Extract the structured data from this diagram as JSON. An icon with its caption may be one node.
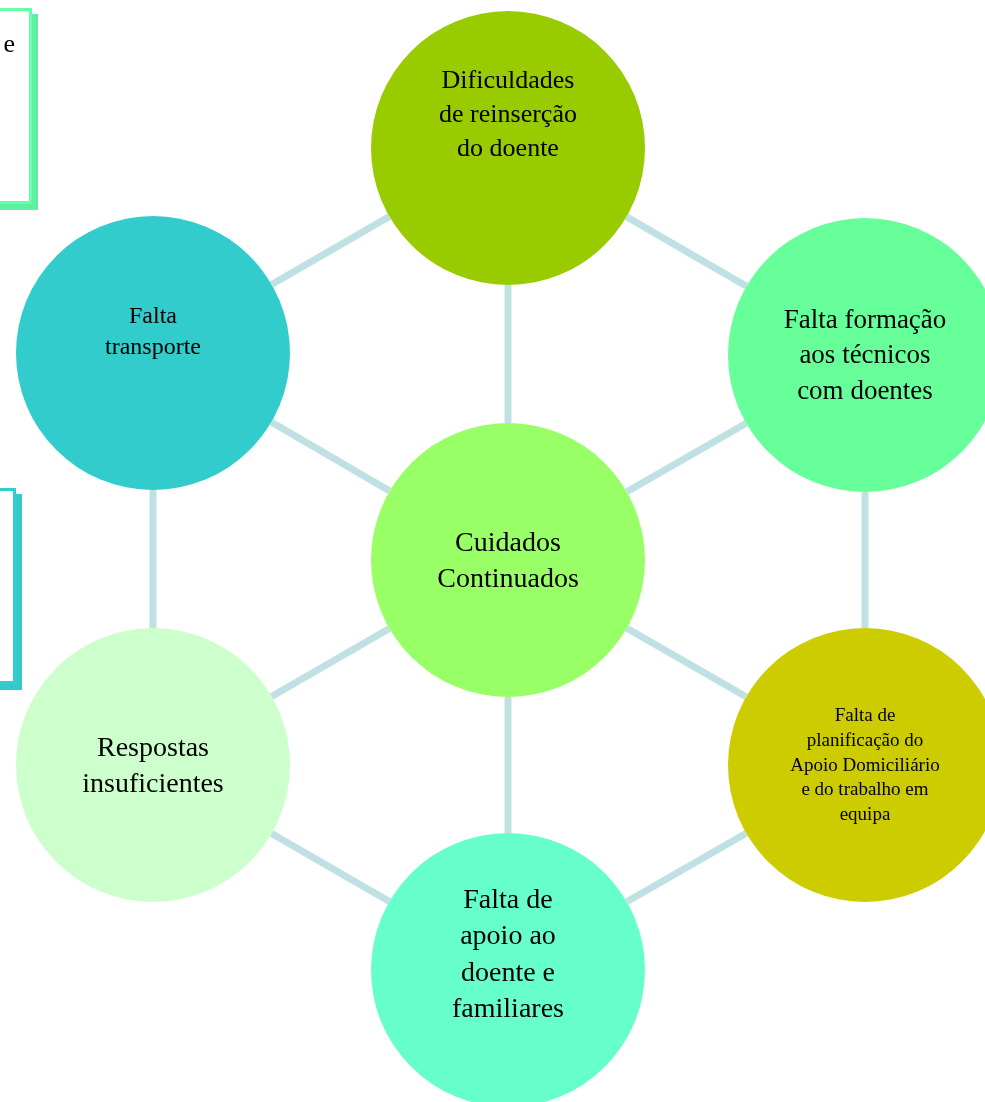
{
  "diagram": {
    "nodes": [
      {
        "text": [
          "e"
        ]
      },
      {
        "text": [
          "Dificuldades de reinserção do doente"
        ]
      },
      {
        "text": [
          "Falta transporte"
        ]
      },
      {
        "text": [
          "Falta formação aos técnicos com doentes"
        ]
      },
      {
        "text": [],
        "shape": "box"
      },
      {
        "text": [
          "Cuidados Continuados"
        ]
      },
      {
        "text": [
          "Respostas insuficientes"
        ]
      },
      {
        "text": [
          "Falta de planificação do Apoio Domiciliário e do trabalho em equipa"
        ]
      },
      {
        "text": [
          "Falta de apoio ao doente e familiares"
        ]
      }
    ],
    "edges": [
      {
        "from": 2,
        "to": 1,
        "arrow": "none"
      },
      {
        "from": 1,
        "to": 3,
        "arrow": "none"
      },
      {
        "from": 1,
        "to": 5,
        "arrow": "none"
      },
      {
        "from": 2,
        "to": 5,
        "arrow": "none"
      },
      {
        "from": 3,
        "to": 5,
        "arrow": "none"
      },
      {
        "from": 2,
        "to": 6,
        "arrow": "none"
      },
      {
        "from": 3,
        "to": 7,
        "arrow": "none"
      },
      {
        "from": 5,
        "to": 6,
        "arrow": "none"
      },
      {
        "from": 5,
        "to": 7,
        "arrow": "none"
      },
      {
        "from": 5,
        "to": 8,
        "arrow": "none"
      },
      {
        "from": 6,
        "to": 8,
        "arrow": "none"
      },
      {
        "from": 7,
        "to": 8,
        "arrow": "none"
      }
    ]
  }
}
